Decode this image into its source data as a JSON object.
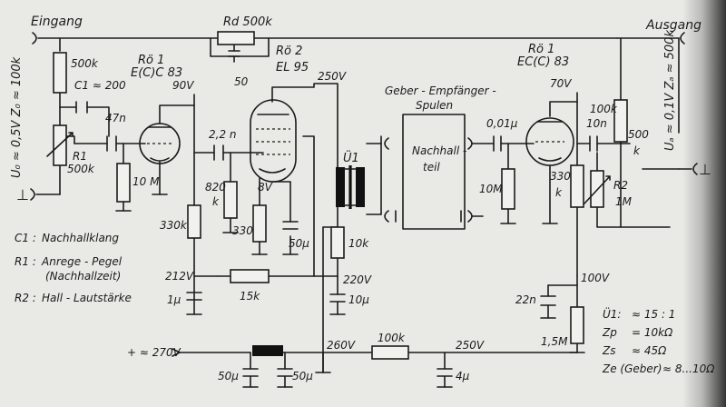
{
  "labels": {
    "input": "Eingang",
    "output": "Ausgang",
    "u_input": "U₀ ≈ 0,5V  Z₀ ≈ 100k",
    "u_output": "Uₐ ≈ 0,1V  Zₐ ≈ 500k",
    "ground_in": "⊥",
    "ground_out": "⊥",
    "tube1": "Rö 1",
    "tube1_type": "E(C)C 83",
    "tube2": "Rö 2",
    "tube2_type": "EL 95",
    "tube3": "Rö 1",
    "tube3_type": "EC(C) 83",
    "transformer": "Ü1",
    "coils": "Geber - Empfänger -",
    "coils2": "Spulen",
    "reverb": "Nachhall -",
    "reverb2": "teil"
  },
  "components": {
    "rd": "Rd 500k",
    "rd_cap": "50",
    "r_in": "500k",
    "c1": "C1 ≈ 200",
    "c_47n": "47n",
    "r1_name": "R1",
    "r1_val": "500k",
    "r_10m": "10 M",
    "v_90": "90V",
    "c_22n": "2,2 n",
    "r_820k": "820",
    "r_820k_unit": "k",
    "r_330k": "330k",
    "r_330": "330",
    "v_8": "8V",
    "c_50u": "50µ",
    "v_250": "250V",
    "r_10k": "10k",
    "v_220": "220V",
    "c_10u": "10µ",
    "r_15k": "15k",
    "v_212": "212V",
    "c_1u": "1µ",
    "c_001": "0,01µ",
    "r_10m_b": "10M",
    "v_70": "70V",
    "c_10n": "10n",
    "r_330k_b": "330",
    "r_330k_b_unit": "k",
    "r_100k": "100k",
    "r_500k_b": "500",
    "r_500k_b_unit": "k",
    "r2_name": "R2",
    "r2_val": "1M",
    "v_100": "100V",
    "c_22n_b": "22n",
    "r_15m": "1,5M",
    "supply": "+ ≈ 270V",
    "v_260": "260V",
    "r_100k_b": "100k",
    "v_250b": "250V",
    "c_50u_a": "50µ",
    "c_50u_b": "50µ",
    "c_4u": "4µ"
  },
  "legend": [
    {
      "sym": "C1 :",
      "text": "Nachhallklang"
    },
    {
      "sym": "R1 :",
      "text": "Anrege - Pegel"
    },
    {
      "sym": "",
      "text": "(Nachhallzeit)"
    },
    {
      "sym": "R2 :",
      "text": "Hall - Lautstärke"
    }
  ],
  "specs": [
    {
      "name": "Ü1:",
      "value": "≈ 15 : 1"
    },
    {
      "name": "Zp",
      "value": "= 10kΩ"
    },
    {
      "name": "Zs",
      "value": "≈ 45Ω"
    },
    {
      "name": "Ze (Geber)",
      "value": "≈ 8...10Ω"
    }
  ]
}
